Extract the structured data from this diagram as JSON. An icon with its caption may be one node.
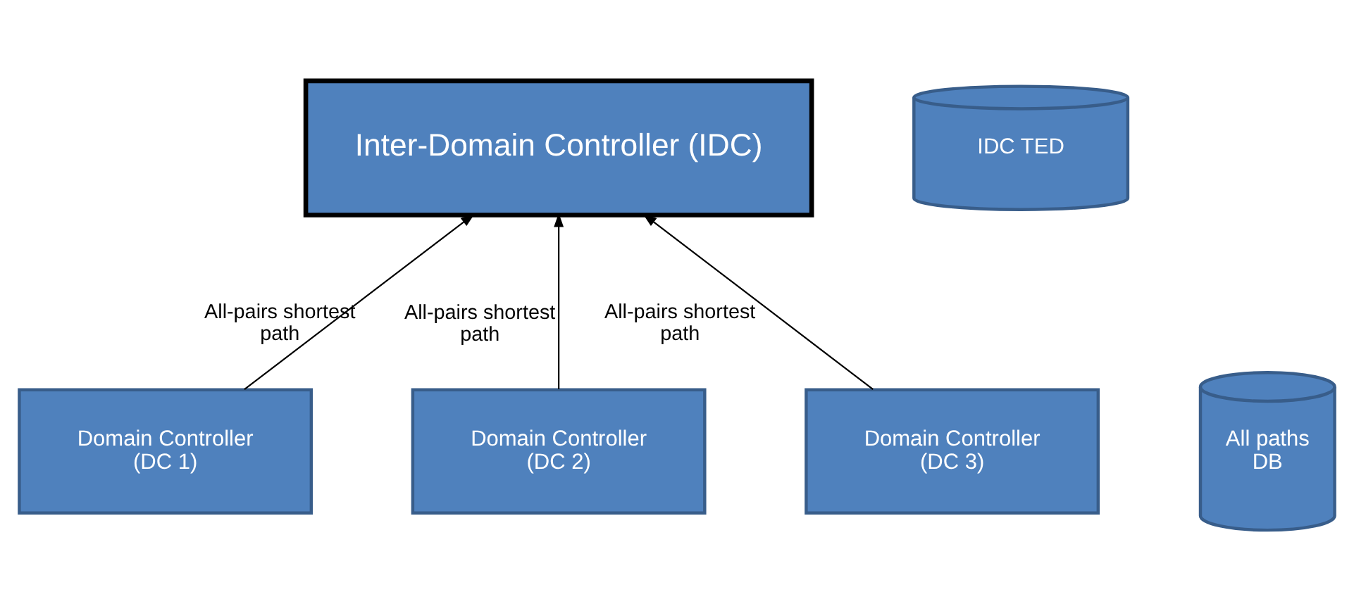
{
  "diagram": {
    "nodes": [
      {
        "text": [
          "Inter-Domain Controller (IDC)"
        ]
      },
      {
        "text": [
          "IDC TED"
        ]
      },
      {
        "text": [
          "Domain Controller (DC 1)"
        ]
      },
      {
        "text": [
          "Domain Controller (DC 2)"
        ]
      },
      {
        "text": [
          "Domain Controller (DC 3)"
        ]
      },
      {
        "text": [
          "All paths DB"
        ]
      }
    ],
    "edges": [
      {
        "from": 2,
        "to": 0,
        "arrow": "to",
        "label": "All-pairs shortest path"
      },
      {
        "from": 3,
        "to": 0,
        "arrow": "to",
        "label": "All-pairs shortest path"
      },
      {
        "from": 4,
        "to": 0,
        "arrow": "to",
        "label": "All-pairs shortest path"
      }
    ]
  }
}
